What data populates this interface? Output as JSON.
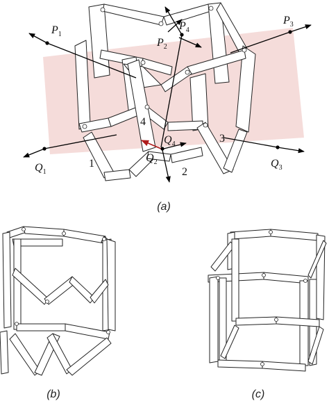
{
  "panel_a": {
    "caption": "(a)",
    "plane_color": "#f3d6d3",
    "points": {
      "P1": {
        "letter": "P",
        "sub": "1"
      },
      "P2": {
        "letter": "P",
        "sub": "2"
      },
      "P3": {
        "letter": "P",
        "sub": "3"
      },
      "P4": {
        "letter": "P",
        "sub": "4"
      },
      "Q1": {
        "letter": "Q",
        "sub": "1"
      },
      "Q2": {
        "letter": "Q",
        "sub": "2"
      },
      "Q3": {
        "letter": "Q",
        "sub": "3"
      },
      "Q4": {
        "letter": "Q",
        "sub": "4"
      }
    },
    "link_numbers": [
      "1",
      "2",
      "3",
      "4"
    ]
  },
  "panel_b": {
    "caption": "(b)"
  },
  "panel_c": {
    "caption": "(c)"
  }
}
